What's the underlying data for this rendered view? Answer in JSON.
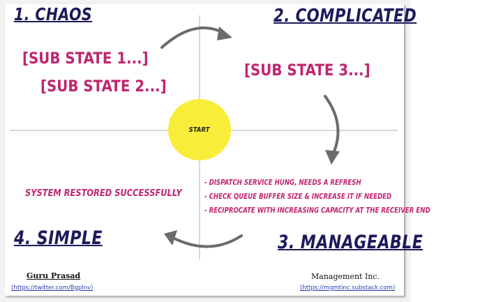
{
  "quadrants": {
    "q1": {
      "title": "1. CHAOS",
      "sub_states": [
        "[SUB STATE 1...]",
        "[SUB STATE 2...]"
      ]
    },
    "q2": {
      "title": "2. COMPLICATED",
      "sub_states": [
        "[SUB STATE 3...]"
      ]
    },
    "q3": {
      "title": "3. MANAGEABLE",
      "bullets": [
        "- DISPATCH SERVICE HUNG, NEEDS A REFRESH",
        "- CHECK QUEUE BUFFER SIZE & INCREASE IT IF NEEDED",
        "- RECIPROCATE WITH INCREASING CAPACITY AT THE RECEIVER END"
      ]
    },
    "q4": {
      "title": "4. SIMPLE",
      "note": "SYSTEM RESTORED SUCCESSFULLY"
    }
  },
  "center": {
    "label": "START",
    "color": "#f9ed3a"
  },
  "footer": {
    "left_name": "Guru Prasad",
    "left_link": "(https://twitter.com/Bgplnv)",
    "right_name": "Management Inc.",
    "right_link": "(https://mgmtinc.substack.com)"
  },
  "colors": {
    "title": "#1d1a5a",
    "accent": "#c0256f",
    "link": "#2a3fb0",
    "arrow": "#6b6b6b",
    "axis": "#bdbdbd"
  }
}
